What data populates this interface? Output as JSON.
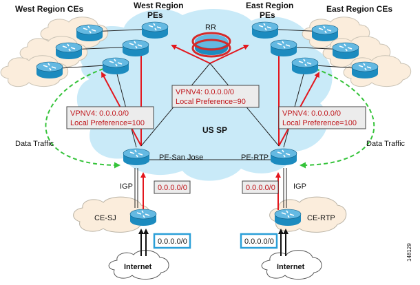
{
  "headers": {
    "west_ces": "West Region CEs",
    "west_pes_line1": "West Region",
    "west_pes_line2": "PEs",
    "east_pes_line1": "East Region",
    "east_pes_line2": "PEs",
    "east_ces": "East Region CEs"
  },
  "nodes": {
    "rr": "RR",
    "pe_san_jose": "PE-San Jose",
    "pe_rtp": "PE-RTP",
    "ce_sj": "CE-SJ",
    "ce_rtp": "CE-RTP",
    "internet_left": "Internet",
    "internet_right": "Internet"
  },
  "cloud": {
    "label": "US SP"
  },
  "annotations": {
    "vpnv4_center": {
      "line1": "VPNV4: 0.0.0.0/0",
      "line2": "Local Preference=90"
    },
    "vpnv4_left": {
      "line1": "VPNV4: 0.0.0.0/0",
      "line2": "Local Preference=100"
    },
    "vpnv4_right": {
      "line1": "VPNV4: 0.0.0.0/0",
      "line2": "Local Preference=100"
    },
    "igp_left_label": "IGP",
    "igp_right_label": "IGP",
    "igp_left_route": "0.0.0.0/0",
    "igp_right_route": "0.0.0.0/0",
    "inet_left_route": "0.0.0.0/0",
    "inet_right_route": "0.0.0.0/0",
    "data_traffic_left": "Data Traffic",
    "data_traffic_right": "Data Traffic"
  },
  "figure_id": "148129",
  "colors": {
    "cloud": "#c9eaf8",
    "cloud_small": "#fbeddc",
    "router": "#1c8bbf",
    "router_top": "#64b9e2",
    "rr_ring": "#d42a2a",
    "arrow_red": "#e3161d",
    "dashed_green": "#35c33a",
    "text_red": "#c0151a",
    "box_blue": "#2a9fd8"
  }
}
